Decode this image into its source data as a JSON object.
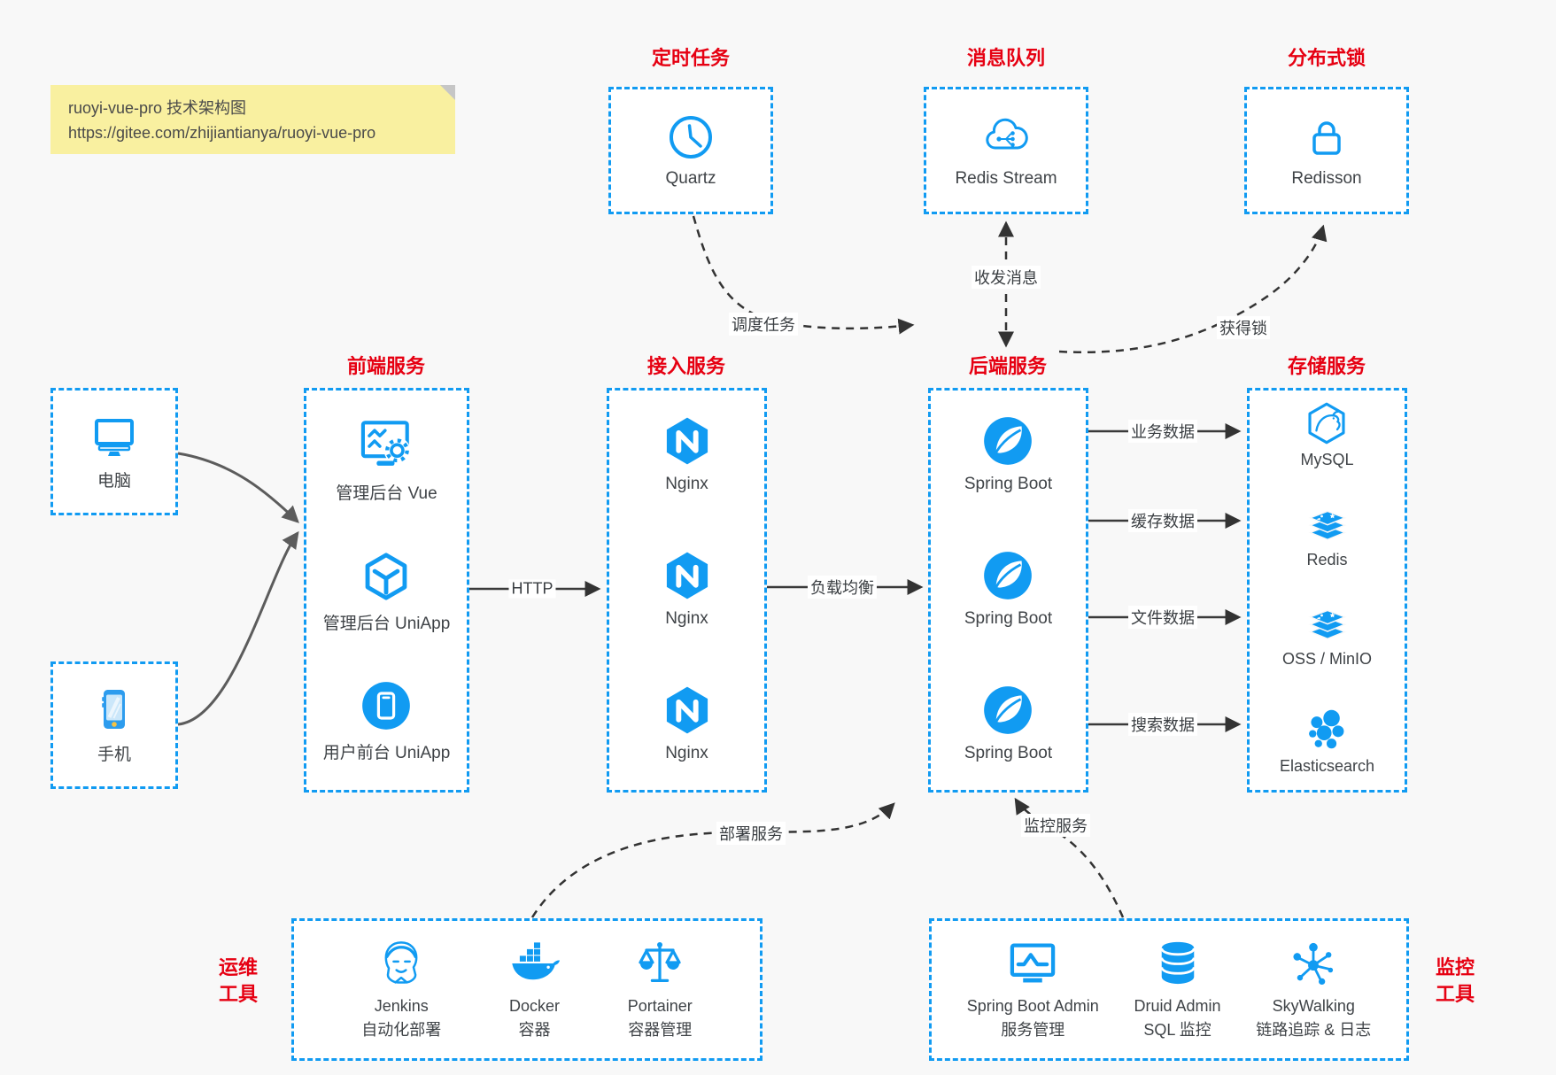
{
  "note": {
    "line1": "ruoyi-vue-pro 技术架构图",
    "line2": "https://gitee.com/zhijiantianya/ruoyi-vue-pro"
  },
  "colors": {
    "accent_blue": "#119BF2",
    "title_red": "#E60012",
    "note_bg": "#F9F0A0",
    "box_bg": "#FFFFFF",
    "canvas_bg": "#F8F8F8"
  },
  "top_groups": [
    {
      "title": "定时任务",
      "items": [
        {
          "icon": "clock-icon",
          "label": "Quartz"
        }
      ]
    },
    {
      "title": "消息队列",
      "items": [
        {
          "icon": "cloud-share-icon",
          "label": "Redis Stream"
        }
      ]
    },
    {
      "title": "分布式锁",
      "items": [
        {
          "icon": "lock-icon",
          "label": "Redisson"
        }
      ]
    }
  ],
  "clients": [
    {
      "icon": "computer-icon",
      "label": "电脑"
    },
    {
      "icon": "smartphone-icon",
      "label": "手机"
    }
  ],
  "service_groups": [
    {
      "title": "前端服务",
      "items": [
        {
          "icon": "admin-vue-icon",
          "label": "管理后台 Vue"
        },
        {
          "icon": "uniapp-cube-icon",
          "label": "管理后台 UniApp"
        },
        {
          "icon": "user-uniapp-icon",
          "label": "用户前台 UniApp"
        }
      ]
    },
    {
      "title": "接入服务",
      "items": [
        {
          "icon": "nginx-icon",
          "label": "Nginx"
        },
        {
          "icon": "nginx-icon",
          "label": "Nginx"
        },
        {
          "icon": "nginx-icon",
          "label": "Nginx"
        }
      ]
    },
    {
      "title": "后端服务",
      "items": [
        {
          "icon": "spring-boot-icon",
          "label": "Spring Boot"
        },
        {
          "icon": "spring-boot-icon",
          "label": "Spring Boot"
        },
        {
          "icon": "spring-boot-icon",
          "label": "Spring Boot"
        }
      ]
    },
    {
      "title": "存储服务",
      "items": [
        {
          "icon": "mysql-icon",
          "label": "MySQL"
        },
        {
          "icon": "redis-stack-icon",
          "label": "Redis"
        },
        {
          "icon": "oss-stack-icon",
          "label": "OSS / MinIO"
        },
        {
          "icon": "elasticsearch-icon",
          "label": "Elasticsearch"
        }
      ]
    }
  ],
  "bottom_groups": [
    {
      "title_lines": [
        "运维",
        "工具"
      ],
      "items": [
        {
          "icon": "jenkins-icon",
          "label_lines": [
            "Jenkins",
            "自动化部署"
          ]
        },
        {
          "icon": "docker-icon",
          "label_lines": [
            "Docker",
            "容器"
          ]
        },
        {
          "icon": "portainer-icon",
          "label_lines": [
            "Portainer",
            "容器管理"
          ]
        }
      ]
    },
    {
      "title_lines": [
        "监控",
        "工具"
      ],
      "items": [
        {
          "icon": "spring-boot-admin-icon",
          "label_lines": [
            "Spring Boot Admin",
            "服务管理"
          ]
        },
        {
          "icon": "druid-icon",
          "label_lines": [
            "Druid Admin",
            "SQL 监控"
          ]
        },
        {
          "icon": "skywalking-icon",
          "label_lines": [
            "SkyWalking",
            "链路追踪 & 日志"
          ]
        }
      ]
    }
  ],
  "edges": {
    "http": "HTTP",
    "load_balance": "负载均衡",
    "business_data": "业务数据",
    "cache_data": "缓存数据",
    "file_data": "文件数据",
    "search_data": "搜索数据",
    "schedule_task": "调度任务",
    "send_receive_msg": "收发消息",
    "acquire_lock": "获得锁",
    "deploy_service": "部署服务",
    "monitor_service": "监控服务"
  }
}
